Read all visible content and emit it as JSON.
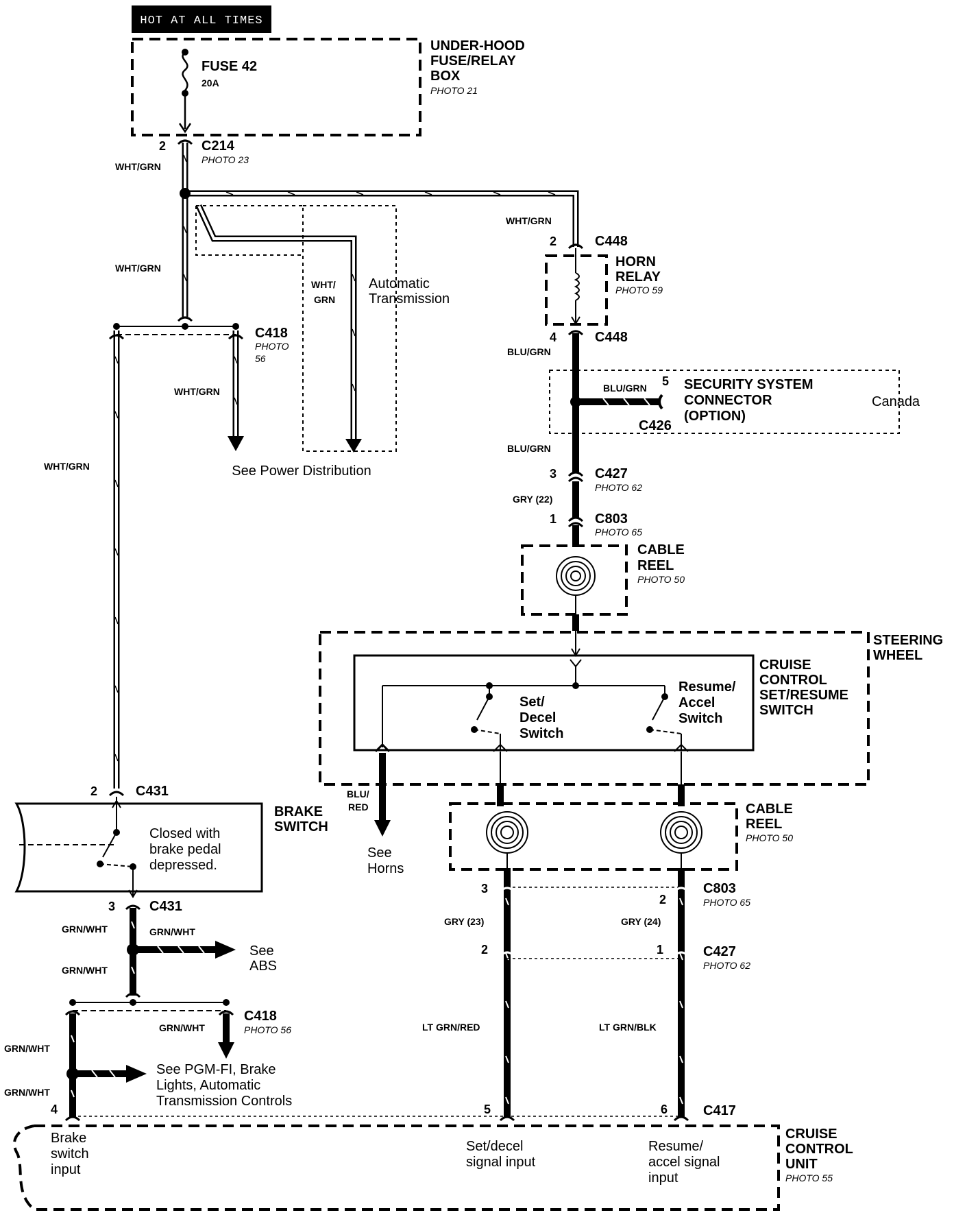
{
  "header": {
    "badge": "HOT AT ALL TIMES"
  },
  "components": {
    "fuse_box": {
      "line1": "UNDER-HOOD",
      "line2": "FUSE/RELAY",
      "line3": "BOX",
      "photo": "PHOTO 21"
    },
    "fuse": {
      "name": "FUSE 42",
      "rating": "20A"
    },
    "horn_relay": {
      "line1": "HORN",
      "line2": "RELAY",
      "photo": "PHOTO 59"
    },
    "security": {
      "line1": "SECURITY SYSTEM",
      "line2": "CONNECTOR",
      "line3": "(OPTION)",
      "region": "Canada"
    },
    "cable_reel_top": {
      "line1": "CABLE",
      "line2": "REEL",
      "photo": "PHOTO 50"
    },
    "steering_wheel": {
      "line1": "STEERING",
      "line2": "WHEEL"
    },
    "cruise_switch": {
      "line1": "CRUISE",
      "line2": "CONTROL",
      "line3": "SET/RESUME",
      "line4": "SWITCH",
      "set_line1": "Set/",
      "set_line2": "Decel",
      "set_line3": "Switch",
      "res_line1": "Resume/",
      "res_line2": "Accel",
      "res_line3": "Switch"
    },
    "cable_reel_bottom": {
      "line1": "CABLE",
      "line2": "REEL",
      "photo": "PHOTO 50"
    },
    "brake_switch": {
      "line1": "BRAKE",
      "line2": "SWITCH",
      "note1": "Closed with",
      "note2": "brake pedal",
      "note3": "depressed."
    },
    "cruise_unit": {
      "line1": "CRUISE",
      "line2": "CONTROL",
      "line3": "UNIT",
      "photo": "PHOTO 55",
      "in1a": "Brake",
      "in1b": "switch",
      "in1c": "input",
      "in2a": "Set/decel",
      "in2b": "signal input",
      "in3a": "Resume/",
      "in3b": "accel signal",
      "in3c": "input"
    }
  },
  "connectors": {
    "c214": {
      "name": "C214",
      "photo": "PHOTO 23",
      "pin": "2"
    },
    "c418_top": {
      "name": "C418",
      "photo1": "PHOTO",
      "photo2": "56"
    },
    "c448_top": {
      "name": "C448",
      "pin": "2"
    },
    "c448_bot": {
      "name": "C448",
      "pin": "4"
    },
    "c426": {
      "name": "C426",
      "pin": "5"
    },
    "c427_top": {
      "name": "C427",
      "photo": "PHOTO 62",
      "pin": "3"
    },
    "c803_top": {
      "name": "C803",
      "photo": "PHOTO 65",
      "pin": "1"
    },
    "c431_top": {
      "name": "C431",
      "pin": "2"
    },
    "c431_bot": {
      "name": "C431",
      "pin": "3"
    },
    "c418_bot": {
      "name": "C418",
      "photo": "PHOTO 56"
    },
    "c803_bot": {
      "name": "C803",
      "photo": "PHOTO 65",
      "pin_l": "3",
      "pin_r": "2"
    },
    "c427_bot": {
      "name": "C427",
      "photo": "PHOTO 62",
      "pin_l": "2",
      "pin_r": "1"
    },
    "c417": {
      "name": "C417",
      "pin_4": "4",
      "pin_5": "5",
      "pin_6": "6"
    }
  },
  "wires": {
    "w1": "WHT/GRN",
    "w2": "WHT/GRN",
    "w3": "WHT/GRN",
    "w4": "WHT/GRN",
    "w5": "WHT/GRN",
    "w6a": "WHT/",
    "w6b": "GRN",
    "w7": "BLU/GRN",
    "w8": "BLU/GRN",
    "w9": "BLU/GRN",
    "w10": "GRY (22)",
    "w11a": "BLU/",
    "w11b": "RED",
    "w12": "GRY (23)",
    "w13": "GRY (24)",
    "w14": "GRN/WHT",
    "w15": "GRN/WHT",
    "w16": "GRN/WHT",
    "w17": "GRN/WHT",
    "w18": "GRN/WHT",
    "w19": "GRN/WHT",
    "w20": "LT GRN/RED",
    "w21": "LT GRN/BLK"
  },
  "references": {
    "auto_trans1": "Automatic",
    "auto_trans2": "Transmission",
    "power_dist": "See Power Distribution",
    "horns1": "See",
    "horns2": "Horns",
    "abs1": "See",
    "abs2": "ABS",
    "pgm1": "See PGM-FI, Brake",
    "pgm2": "Lights, Automatic",
    "pgm3": "Transmission Controls"
  }
}
